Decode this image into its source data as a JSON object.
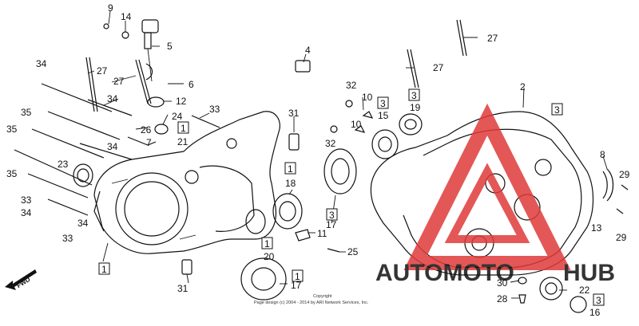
{
  "diagram": {
    "labels": [
      {
        "id": "9",
        "text": "9"
      },
      {
        "id": "14",
        "text": "14"
      },
      {
        "id": "5",
        "text": "5"
      },
      {
        "id": "4",
        "text": "4"
      },
      {
        "id": "27a",
        "text": "27"
      },
      {
        "id": "27b",
        "text": "27"
      },
      {
        "id": "27c",
        "text": "27"
      },
      {
        "id": "27d",
        "text": "27"
      },
      {
        "id": "6",
        "text": "6"
      },
      {
        "id": "34a",
        "text": "34"
      },
      {
        "id": "34b",
        "text": "34"
      },
      {
        "id": "34c",
        "text": "34"
      },
      {
        "id": "34d",
        "text": "34"
      },
      {
        "id": "34e",
        "text": "34"
      },
      {
        "id": "12",
        "text": "12"
      },
      {
        "id": "33a",
        "text": "33"
      },
      {
        "id": "33b",
        "text": "33"
      },
      {
        "id": "33c",
        "text": "33"
      },
      {
        "id": "35a",
        "text": "35"
      },
      {
        "id": "35b",
        "text": "35"
      },
      {
        "id": "35c",
        "text": "35"
      },
      {
        "id": "26",
        "text": "26"
      },
      {
        "id": "24",
        "text": "24"
      },
      {
        "id": "7",
        "text": "7"
      },
      {
        "id": "21",
        "text": "21"
      },
      {
        "id": "23",
        "text": "23"
      },
      {
        "id": "31a",
        "text": "31"
      },
      {
        "id": "31b",
        "text": "31"
      },
      {
        "id": "32a",
        "text": "32"
      },
      {
        "id": "32b",
        "text": "32"
      },
      {
        "id": "10a",
        "text": "10"
      },
      {
        "id": "10b",
        "text": "10"
      },
      {
        "id": "15",
        "text": "15"
      },
      {
        "id": "19",
        "text": "19"
      },
      {
        "id": "2",
        "text": "2"
      },
      {
        "id": "8",
        "text": "8"
      },
      {
        "id": "29a",
        "text": "29"
      },
      {
        "id": "29b",
        "text": "29"
      },
      {
        "id": "13",
        "text": "13"
      },
      {
        "id": "18",
        "text": "18"
      },
      {
        "id": "17a",
        "text": "17"
      },
      {
        "id": "17b",
        "text": "17"
      },
      {
        "id": "11",
        "text": "11"
      },
      {
        "id": "25",
        "text": "25"
      },
      {
        "id": "20",
        "text": "20"
      },
      {
        "id": "30",
        "text": "30"
      },
      {
        "id": "22",
        "text": "22"
      },
      {
        "id": "28",
        "text": "28"
      },
      {
        "id": "16",
        "text": "16"
      }
    ],
    "boxed_labels": [
      {
        "id": "b1a",
        "text": "1"
      },
      {
        "id": "b1b",
        "text": "1"
      },
      {
        "id": "b1c",
        "text": "1"
      },
      {
        "id": "b1d",
        "text": "1"
      },
      {
        "id": "b1e",
        "text": "1"
      },
      {
        "id": "b3a",
        "text": "3"
      },
      {
        "id": "b3b",
        "text": "3"
      },
      {
        "id": "b3c",
        "text": "3"
      },
      {
        "id": "b3d",
        "text": "3"
      }
    ],
    "fwd": "FWD",
    "copyright_lines": [
      "Copyright",
      "Page design (c) 2004 - 2014 by ARI Network Services, Inc."
    ]
  },
  "watermark": {
    "word_a": "AUTOMOTO",
    "word_b": "HUB",
    "color_primary": "#e03a3a",
    "color_secondary": "#f0a830"
  },
  "colors": {
    "ink": "#111111",
    "background": "#ffffff"
  }
}
